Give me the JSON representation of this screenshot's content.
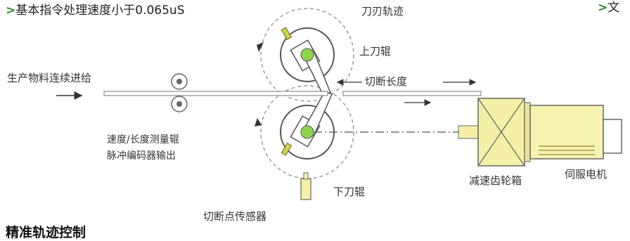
{
  "notes": {
    "bullet": ">",
    "top_left": "基本指令处理速度小于0.065uS",
    "top_right_fragment": "文"
  },
  "labels": {
    "blade_path": "刀刃轨迹",
    "upper_roller": "上刀辊",
    "feed": "生产物料连续进给",
    "cut_length": "切断长度",
    "measure_roller_line1": "速度/长度测量辊",
    "measure_roller_line2": "脉冲编码器输出",
    "lower_roller": "下刀辊",
    "gearbox": "减速齿轮箱",
    "servo_motor": "伺服电机",
    "cut_sensor": "切断点传感器"
  },
  "heading_fragment": "精准轨迹控制",
  "colors": {
    "accent_green": "#2e8b2e",
    "gear_yellow": "#f4f0a8",
    "motor_yellow": "#f7f3b0",
    "hub_green": "#8fd34a"
  }
}
